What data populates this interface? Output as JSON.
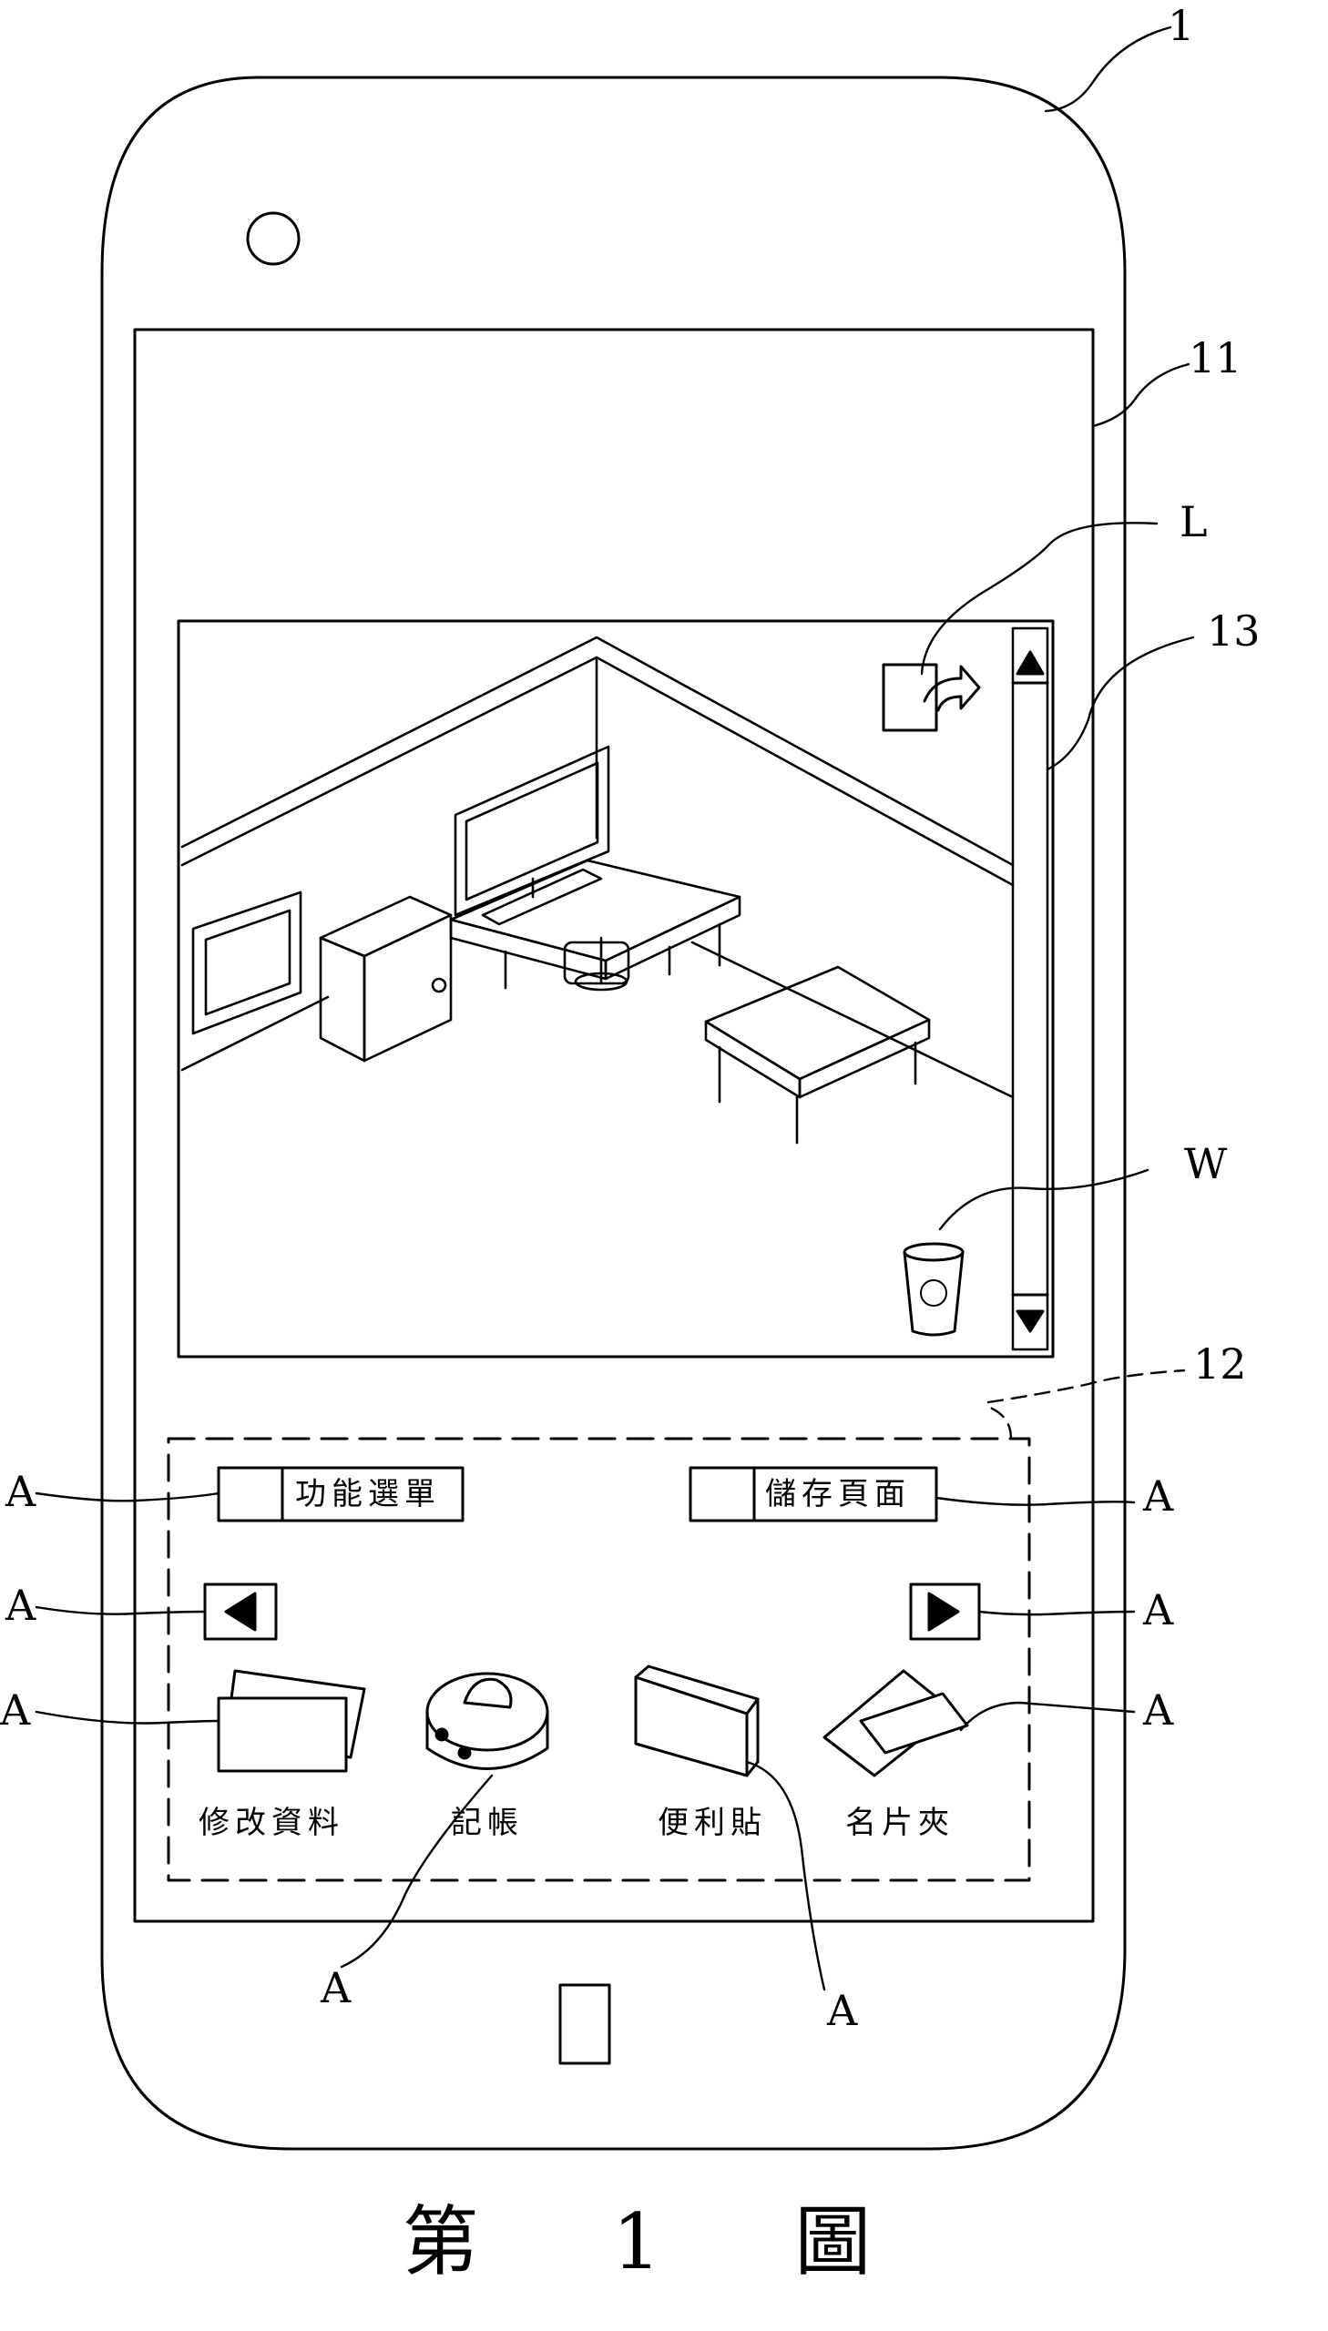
{
  "figure": {
    "caption": "第 1 圖"
  },
  "reference_labels": {
    "device": "1",
    "screen": "11",
    "scrollbar": "13",
    "function_area": "12",
    "link_icon": "L",
    "trash_icon": "W",
    "element": "A"
  },
  "buttons": {
    "function_menu": "功能選單",
    "save_page": "儲存頁面"
  },
  "apps": [
    {
      "label": "修改資料",
      "icon": "cards-icon"
    },
    {
      "label": "記帳",
      "icon": "piggy-bank-icon"
    },
    {
      "label": "便利貼",
      "icon": "sticky-note-icon"
    },
    {
      "label": "名片夾",
      "icon": "business-card-icon"
    }
  ],
  "icons": {
    "scroll_up": "triangle-up-icon",
    "scroll_down": "triangle-down-icon",
    "prev": "triangle-left-icon",
    "next": "triangle-right-icon",
    "link": "link-arrow-icon",
    "trash": "recycle-bin-icon"
  }
}
